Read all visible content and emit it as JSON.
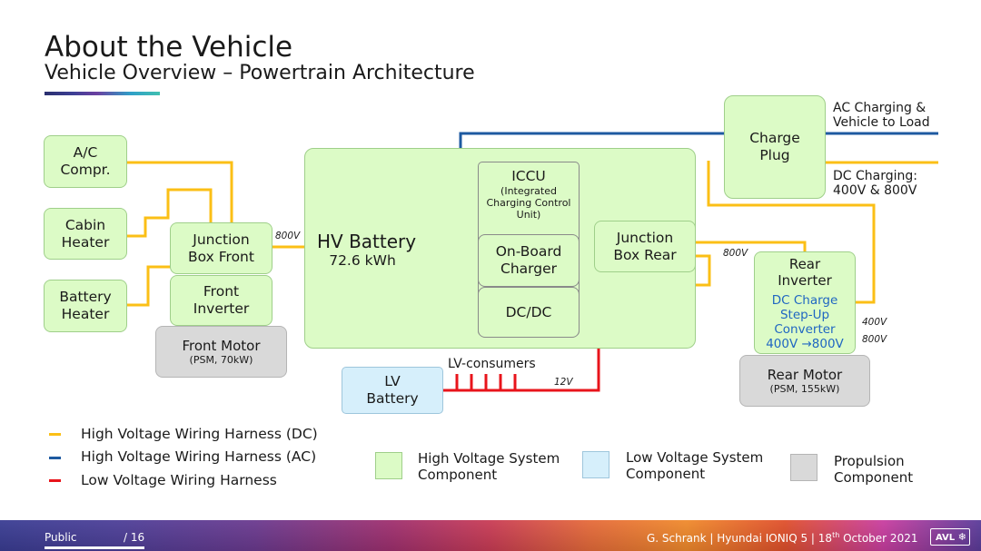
{
  "slide": {
    "title": "About the Vehicle",
    "subtitle": "Vehicle Overview – Powertrain Architecture"
  },
  "components": {
    "ac_compressor": [
      "A/C",
      "Compr."
    ],
    "cabin_heater": [
      "Cabin",
      "Heater"
    ],
    "battery_heater": [
      "Battery",
      "Heater"
    ],
    "junction_box_front": [
      "Junction",
      "Box Front"
    ],
    "front_inverter": [
      "Front",
      "Inverter"
    ],
    "front_motor": {
      "name": "Front Motor",
      "detail": "(PSM, 70kW)"
    },
    "hv_battery": {
      "name": "HV Battery",
      "capacity": "72.6 kWh"
    },
    "iccu": {
      "name": "ICCU",
      "detail": [
        "(Integrated",
        "Charging Control",
        "Unit)"
      ]
    },
    "on_board_charger": [
      "On-Board",
      "Charger"
    ],
    "dc_dc": "DC/DC",
    "junction_box_rear": [
      "Junction",
      "Box Rear"
    ],
    "charge_plug": [
      "Charge",
      "Plug"
    ],
    "rear_inverter": {
      "name": [
        "Rear",
        "Inverter"
      ],
      "converter": [
        "DC Charge",
        "Step-Up",
        "Converter",
        "400V →800V"
      ]
    },
    "rear_motor": {
      "name": "Rear Motor",
      "detail": "(PSM, 155kW)"
    },
    "lv_battery": [
      "LV",
      "Battery"
    ],
    "lv_consumers": "LV-consumers"
  },
  "voltage_labels": {
    "front": "800V",
    "rear": "800V",
    "lv": "12V",
    "converter_in": "400V",
    "converter_out": "800V"
  },
  "charging_notes": {
    "ac": [
      "AC Charging &",
      "Vehicle to Load"
    ],
    "dc": [
      "DC Charging:",
      "400V & 800V"
    ]
  },
  "legend": {
    "wires": [
      {
        "label": "High Voltage Wiring Harness (DC)",
        "color": "#fbbf16"
      },
      {
        "label": "High Voltage Wiring Harness (AC)",
        "color": "#1e5aa0"
      },
      {
        "label": "Low Voltage Wiring Harness",
        "color": "#e8141b"
      }
    ],
    "components": [
      {
        "label": [
          "High Voltage System",
          "Component"
        ],
        "color": "#dcfbc6"
      },
      {
        "label": [
          "Low Voltage System",
          "Component"
        ],
        "color": "#d6effb"
      },
      {
        "label": [
          "Propulsion",
          "Component"
        ],
        "color": "#d9d9d9"
      }
    ]
  },
  "footer": {
    "classification": "Public",
    "page": "/ 16",
    "credit_pre": "G. Schrank | Hyundai IONIQ 5 | 18",
    "credit_sup": "th",
    "credit_post": " October 2021",
    "logo": "AVL",
    "logo_icon": "snowflake-icon"
  }
}
